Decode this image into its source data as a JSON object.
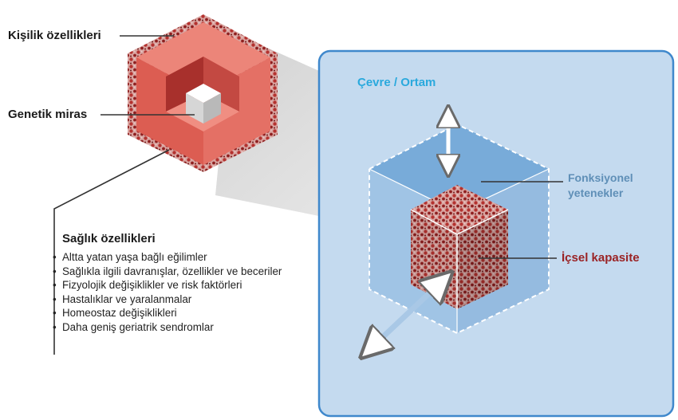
{
  "labels": {
    "kisilik": "Kişilik özellikleri",
    "genetik": "Genetik miras",
    "cevre": "Çevre / Ortam",
    "fonksiyonel": "Fonksiyonel yetenekler",
    "icsel": "İçsel kapasite"
  },
  "saglik": {
    "title": "Sağlık özellikleri",
    "items": [
      "Altta yatan yaşa bağlı eğilimler",
      "Sağlıkla ilgili davranışlar, özellikler ve beceriler",
      "Fizyolojik değişiklikler ve risk faktörleri",
      "Hastalıklar ve yaralanmalar",
      "Homeostaz değişiklikleri",
      "Daha geniş geriatrik sendromlar"
    ]
  },
  "colors": {
    "hex_light": "#ec8579",
    "hex_mid": "#dc5d52",
    "hex_dark": "#a8302c",
    "panel_bg": "#c4daef",
    "panel_border": "#3f88cc",
    "accent_cyan": "#2aa9dd",
    "accent_red": "#9a2325",
    "accent_steel": "#5f8fb7"
  }
}
